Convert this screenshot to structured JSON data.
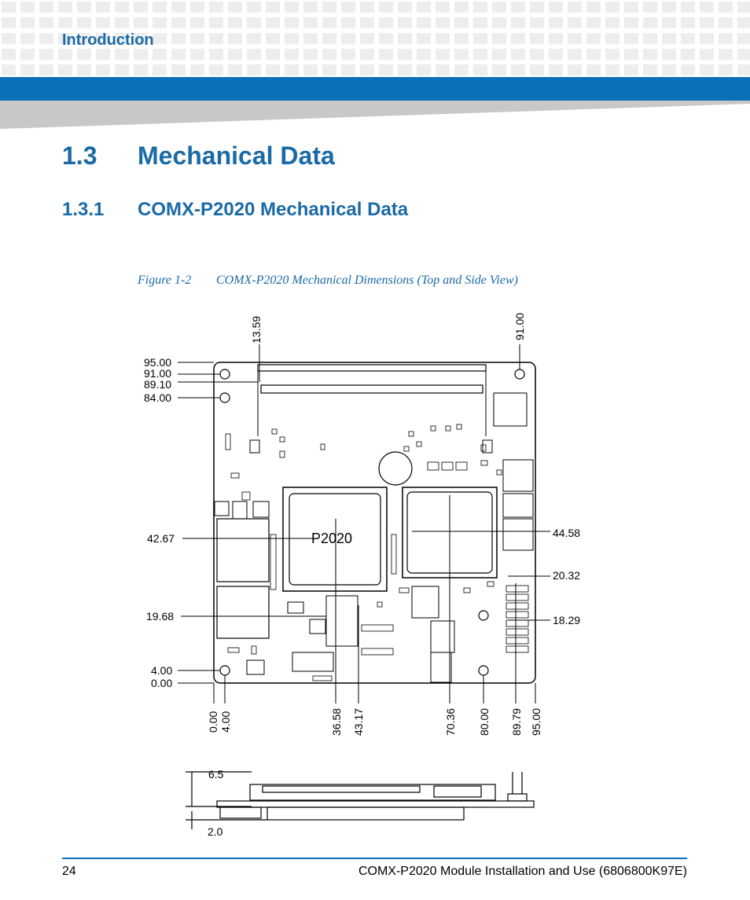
{
  "header": {
    "section": "Introduction"
  },
  "heading1": {
    "number": "1.3",
    "title": "Mechanical Data"
  },
  "heading2": {
    "number": "1.3.1",
    "title": "COMX-P2020 Mechanical Data"
  },
  "figure": {
    "label": "Figure 1-2",
    "title": "COMX-P2020 Mechanical Dimensions (Top and Side View)",
    "chip_label": "P2020",
    "left_dims": [
      "95.00",
      "91.00",
      "89.10",
      "84.00",
      "42.67",
      "19.68",
      "4.00",
      "0.00"
    ],
    "right_dims": [
      "44.58",
      "20.32",
      "18.29"
    ],
    "top_dims": [
      "13.59",
      "91.00"
    ],
    "bottom_dims": [
      "0.00",
      "4.00",
      "36.58",
      "43.17",
      "70.36",
      "80.00",
      "89.79",
      "95.00"
    ],
    "side_dims": [
      "6.5",
      "2.0"
    ]
  },
  "footer": {
    "page_number": "24",
    "doc_title": "COMX-P2020 Module Installation and Use (6806800K97E)"
  }
}
